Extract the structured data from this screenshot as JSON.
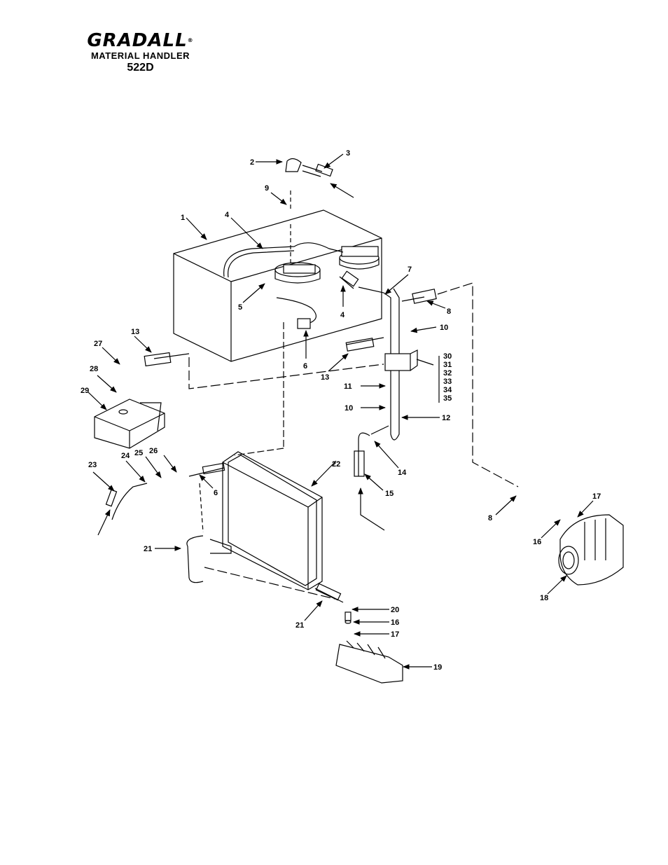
{
  "header": {
    "brand": "GRADALL",
    "brand_mark": "®",
    "subtitle": "MATERIAL HANDLER",
    "model": "522D"
  },
  "callouts": [
    {
      "id": "c1",
      "text": "1"
    },
    {
      "id": "c2",
      "text": "2"
    },
    {
      "id": "c3",
      "text": "3"
    },
    {
      "id": "c4a",
      "text": "4"
    },
    {
      "id": "c4b",
      "text": "4"
    },
    {
      "id": "c5",
      "text": "5"
    },
    {
      "id": "c6a",
      "text": "6"
    },
    {
      "id": "c6b",
      "text": "6"
    },
    {
      "id": "c7",
      "text": "7"
    },
    {
      "id": "c8a",
      "text": "8"
    },
    {
      "id": "c8b",
      "text": "8"
    },
    {
      "id": "c9",
      "text": "9"
    },
    {
      "id": "c10a",
      "text": "10"
    },
    {
      "id": "c10b",
      "text": "10"
    },
    {
      "id": "c11",
      "text": "11"
    },
    {
      "id": "c12",
      "text": "12"
    },
    {
      "id": "c13a",
      "text": "13"
    },
    {
      "id": "c13b",
      "text": "13"
    },
    {
      "id": "c14",
      "text": "14"
    },
    {
      "id": "c15",
      "text": "15"
    },
    {
      "id": "c16a",
      "text": "16"
    },
    {
      "id": "c16b",
      "text": "16"
    },
    {
      "id": "c17a",
      "text": "17"
    },
    {
      "id": "c17b",
      "text": "17"
    },
    {
      "id": "c18",
      "text": "18"
    },
    {
      "id": "c19",
      "text": "19"
    },
    {
      "id": "c20",
      "text": "20"
    },
    {
      "id": "c21a",
      "text": "21"
    },
    {
      "id": "c21b",
      "text": "21"
    },
    {
      "id": "c22",
      "text": "22"
    },
    {
      "id": "c23",
      "text": "23"
    },
    {
      "id": "c24",
      "text": "24"
    },
    {
      "id": "c25",
      "text": "25"
    },
    {
      "id": "c26",
      "text": "26"
    },
    {
      "id": "c27",
      "text": "27"
    },
    {
      "id": "c28",
      "text": "28"
    },
    {
      "id": "c29",
      "text": "29"
    }
  ],
  "filter_group_labels": [
    "30",
    "31",
    "32",
    "33",
    "34",
    "35"
  ]
}
